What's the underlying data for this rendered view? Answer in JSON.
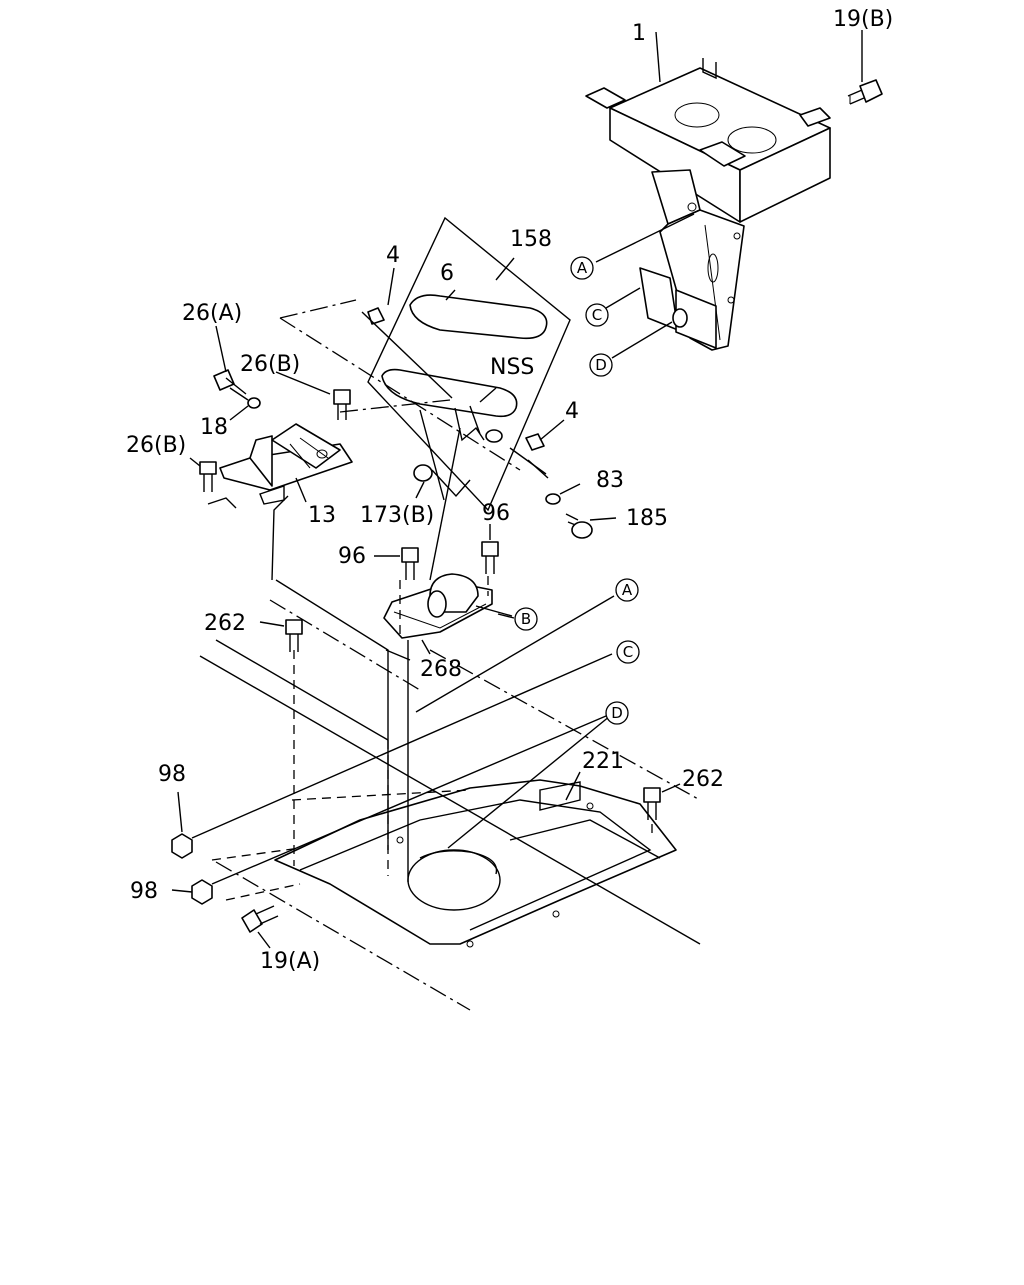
{
  "labels": {
    "p1": "1",
    "p19b": "19(B)",
    "p158": "158",
    "p4a": "4",
    "p6": "6",
    "p26a": "26(A)",
    "p26b_1": "26(B)",
    "p18": "18",
    "pnss": "NSS",
    "p4b": "4",
    "p26b_2": "26(B)",
    "p83": "83",
    "p13": "13",
    "p173b": "173(B)",
    "p185": "185",
    "p96a": "96",
    "p96b": "96",
    "p262a": "262",
    "p268": "268",
    "p98a": "98",
    "p221": "221",
    "p262b": "262",
    "p98b": "98",
    "p19a": "19(A)"
  },
  "callouts": {
    "a_top": "A",
    "c_top": "C",
    "d_top": "D",
    "b_mid": "B",
    "a_right": "A",
    "c_right": "C",
    "d_right": "D"
  }
}
